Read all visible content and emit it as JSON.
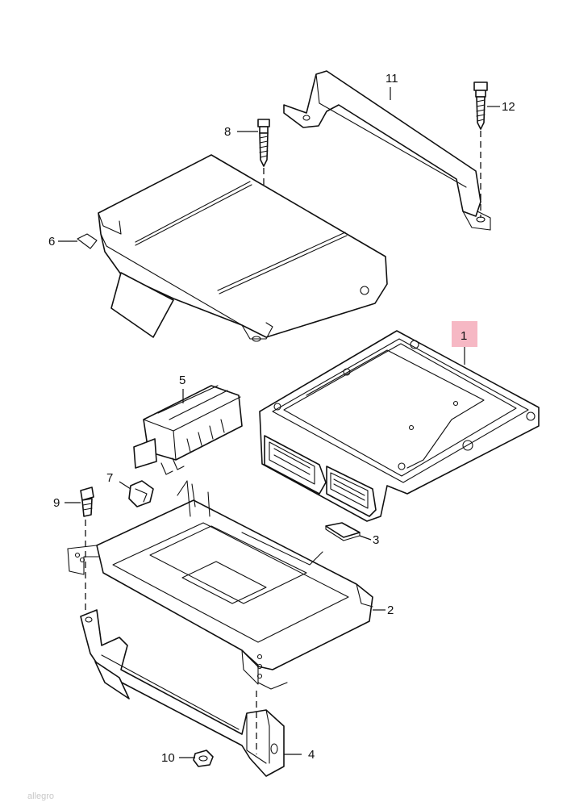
{
  "diagram": {
    "callouts": {
      "p1": "1",
      "p2": "2",
      "p3": "3",
      "p4": "4",
      "p5": "5",
      "p6": "6",
      "p7": "7",
      "p8": "8",
      "p9": "9",
      "p10": "10",
      "p11": "11",
      "p12": "12"
    },
    "highlight_color": "#f6b8c4",
    "line_color": "#111111",
    "watermark": "allegro"
  }
}
